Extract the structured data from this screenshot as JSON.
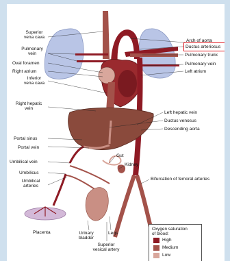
{
  "labels": {
    "superior_vena_cava": "Superior\nvena cava",
    "pulmonary_vein_left": "Pulmonary\nvein",
    "oval_foramen": "Oval foramen",
    "right_atrium": "Right atrium",
    "inferior_vena_cava": "Inferior\nvena cava",
    "right_hepatic_vein": "Right hepatic\nvein",
    "portal_sinus": "Portal sinus",
    "portal_vein": "Portal vein",
    "umbilical_vein": "Umbilical vein",
    "umbilicus": "Umbilicus",
    "umbilical_arteries": "Umbilical\narteries",
    "placenta": "Placenta",
    "urinary_bladder": "Urinary\nbladder",
    "legs": "Legs",
    "superior_vesical_artery": "Superior\nvesical artery",
    "arch_of_aorta": "Arch of aorta",
    "ductus_arteriosus": "Ductus arteriosus",
    "pulmonary_trunk": "Pulmonary trunk",
    "pulmonary_vein_right": "Pulmonary vein",
    "left_atrium": "Left atrium",
    "left_hepatic_vein": "Left hepatic vein",
    "ductus_venosus": "Ductus venosus",
    "descending_aorta": "Descending aorta",
    "gut": "Gut",
    "kidney": "Kidney",
    "bifurcation": "Bifurcation of femoral arteries"
  },
  "legend": {
    "title": "Oxygen saturation\nof blood:",
    "items": [
      {
        "label": "High",
        "color": "#8e1a24"
      },
      {
        "label": "Medium",
        "color": "#a3524a"
      },
      {
        "label": "Low",
        "color": "#d9a79c"
      }
    ]
  },
  "colors": {
    "background": "#cfe0ee",
    "highlight_border": "#e01b22",
    "lung": "#b9c5e6",
    "liver": "#8a4a3c",
    "vessel_high": "#8e1a24",
    "vessel_medium": "#a3524a",
    "vessel_low": "#d9a79c"
  }
}
